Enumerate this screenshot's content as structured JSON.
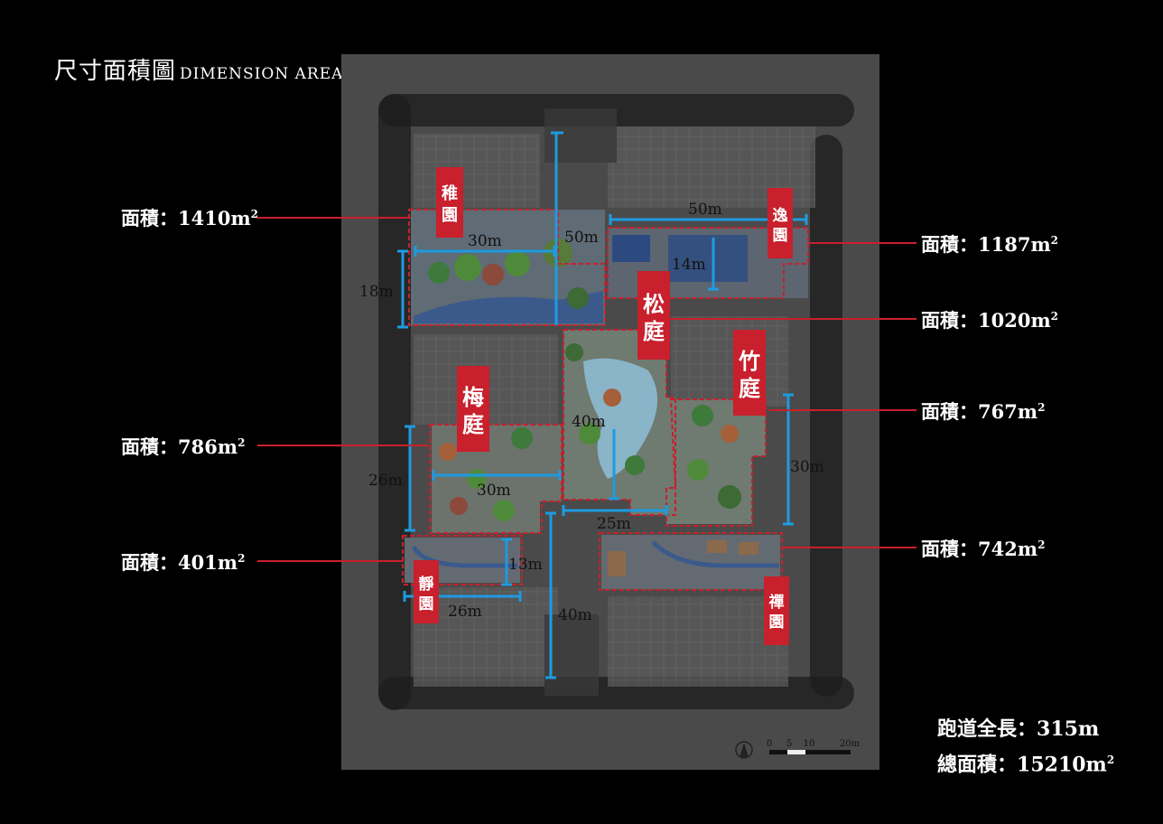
{
  "header": {
    "title_zh": "尺寸面積圖",
    "title_en": "DIMENSION AREA DIAGRAM"
  },
  "area_labels": [
    {
      "prefix": "面積：",
      "value": "1410m",
      "sup": "2"
    },
    {
      "prefix": "面積：",
      "value": "1187m",
      "sup": "2"
    },
    {
      "prefix": "面積：",
      "value": "1020m",
      "sup": "2"
    },
    {
      "prefix": "面積：",
      "value": "767m",
      "sup": "2"
    },
    {
      "prefix": "面積：",
      "value": "786m",
      "sup": "2"
    },
    {
      "prefix": "面積：",
      "value": "742m",
      "sup": "2"
    },
    {
      "prefix": "面積：",
      "value": "401m",
      "sup": "2"
    }
  ],
  "gardens": {
    "zhiyuan": [
      "稚",
      "園"
    ],
    "yiyuan": [
      "逸",
      "園"
    ],
    "songting": [
      "松",
      "庭"
    ],
    "zhuting": [
      "竹",
      "庭"
    ],
    "meiting": [
      "梅",
      "庭"
    ],
    "jingyuan": [
      "靜",
      "園"
    ],
    "chanyuan": [
      "禪",
      "園"
    ]
  },
  "dimensions": {
    "d30a": "30m",
    "d50a": "50m",
    "d18": "18m",
    "d50b": "50m",
    "d14": "14m",
    "d40a": "40m",
    "d26a": "26m",
    "d30b": "30m",
    "d30c": "30m",
    "d25": "25m",
    "d13": "13m",
    "d26b": "26m",
    "d40b": "40m"
  },
  "scale_bar": {
    "labels": [
      "0",
      "5",
      "10",
      "20m"
    ]
  },
  "stats": {
    "track_label": "跑道全長：",
    "track_value": "315m",
    "total_label": "總面積：",
    "total_value": "15210m",
    "total_sup": "2"
  },
  "colors": {
    "accent_red": "#c8202c",
    "dimension_blue": "#1e9be0",
    "background": "#000000",
    "plan_gray": "#4a4a4a"
  }
}
